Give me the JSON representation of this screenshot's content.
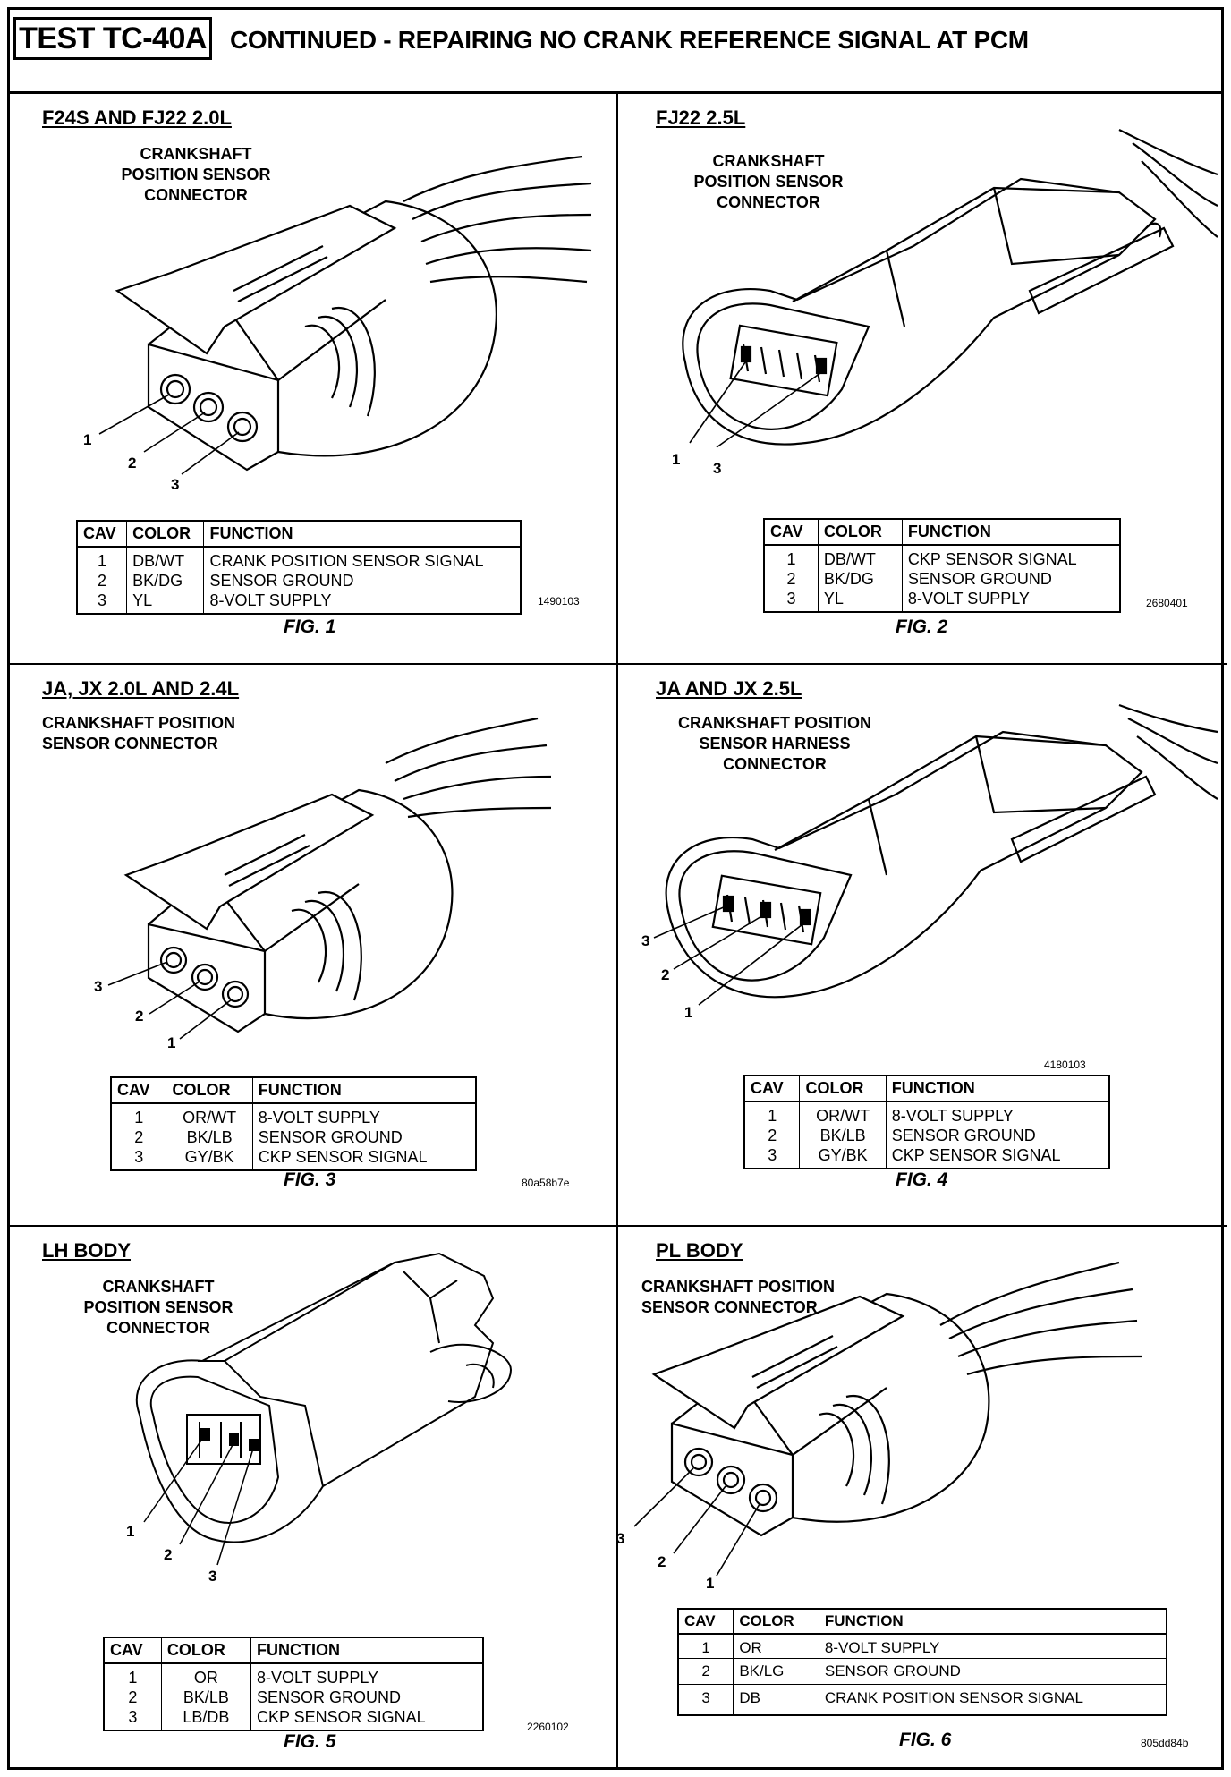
{
  "header": {
    "test_id": "TEST TC-40A",
    "title": "CONTINUED - REPAIRING NO CRANK REFERENCE SIGNAL AT PCM"
  },
  "panels": [
    {
      "title": "F24S AND FJ22 2.0L",
      "component": "CRANKSHAFT\nPOSITION SENSOR\nCONNECTOR",
      "pins": [
        "1",
        "2",
        "3"
      ],
      "headers": [
        "CAV",
        "COLOR",
        "FUNCTION"
      ],
      "rows": [
        {
          "cav": "1",
          "color": "DB/WT",
          "function": "CRANK POSITION SENSOR SIGNAL"
        },
        {
          "cav": "2",
          "color": "BK/DG",
          "function": "SENSOR GROUND"
        },
        {
          "cav": "3",
          "color": "YL",
          "function": "8-VOLT SUPPLY"
        }
      ],
      "code": "1490103",
      "figure": "FIG. 1"
    },
    {
      "title": "FJ22 2.5L",
      "component": "CRANKSHAFT\nPOSITION SENSOR\nCONNECTOR",
      "pins": [
        "1",
        "3"
      ],
      "headers": [
        "CAV",
        "COLOR",
        "FUNCTION"
      ],
      "rows": [
        {
          "cav": "1",
          "color": "DB/WT",
          "function": "CKP SENSOR SIGNAL"
        },
        {
          "cav": "2",
          "color": "BK/DG",
          "function": "SENSOR GROUND"
        },
        {
          "cav": "3",
          "color": "YL",
          "function": "8-VOLT SUPPLY"
        }
      ],
      "code": "2680401",
      "figure": "FIG. 2"
    },
    {
      "title": "JA, JX 2.0L AND 2.4L",
      "component": "CRANKSHAFT POSITION\nSENSOR CONNECTOR",
      "pins": [
        "3",
        "2",
        "1"
      ],
      "headers": [
        "CAV",
        "COLOR",
        "FUNCTION"
      ],
      "rows": [
        {
          "cav": "1",
          "color": "OR/WT",
          "function": "8-VOLT SUPPLY"
        },
        {
          "cav": "2",
          "color": "BK/LB",
          "function": "SENSOR GROUND"
        },
        {
          "cav": "3",
          "color": "GY/BK",
          "function": "CKP SENSOR SIGNAL"
        }
      ],
      "code": "80a58b7e",
      "figure": "FIG. 3"
    },
    {
      "title": "JA AND JX 2.5L",
      "component": "CRANKSHAFT POSITION\nSENSOR HARNESS\nCONNECTOR",
      "pins": [
        "3",
        "2",
        "1"
      ],
      "headers": [
        "CAV",
        "COLOR",
        "FUNCTION"
      ],
      "rows": [
        {
          "cav": "1",
          "color": "OR/WT",
          "function": "8-VOLT SUPPLY"
        },
        {
          "cav": "2",
          "color": "BK/LB",
          "function": "SENSOR GROUND"
        },
        {
          "cav": "3",
          "color": "GY/BK",
          "function": "CKP SENSOR SIGNAL"
        }
      ],
      "code": "4180103",
      "figure": "FIG. 4"
    },
    {
      "title": "LH BODY",
      "component": "CRANKSHAFT\nPOSITION SENSOR\nCONNECTOR",
      "pins": [
        "1",
        "2",
        "3"
      ],
      "headers": [
        "CAV",
        "COLOR",
        "FUNCTION"
      ],
      "rows": [
        {
          "cav": "1",
          "color": "OR",
          "function": "8-VOLT SUPPLY"
        },
        {
          "cav": "2",
          "color": "BK/LB",
          "function": "SENSOR GROUND"
        },
        {
          "cav": "3",
          "color": "LB/DB",
          "function": "CKP SENSOR SIGNAL"
        }
      ],
      "code": "2260102",
      "figure": "FIG. 5"
    },
    {
      "title": "PL BODY",
      "component": "CRANKSHAFT POSITION\nSENSOR CONNECTOR",
      "pins": [
        "3",
        "2",
        "1"
      ],
      "headers": [
        "CAV",
        "COLOR",
        "FUNCTION"
      ],
      "rows": [
        {
          "cav": "1",
          "color": "OR",
          "function": "8-VOLT SUPPLY"
        },
        {
          "cav": "2",
          "color": "BK/LG",
          "function": "SENSOR GROUND"
        },
        {
          "cav": "3",
          "color": "DB",
          "function": "CRANK POSITION SENSOR SIGNAL"
        }
      ],
      "code": "805dd84b",
      "figure": "FIG. 6"
    }
  ]
}
